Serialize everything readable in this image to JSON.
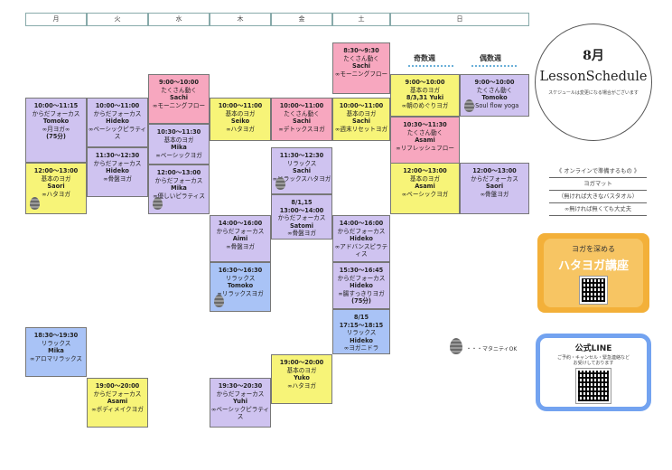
{
  "days": [
    "月",
    "火",
    "水",
    "木",
    "金",
    "土",
    "日"
  ],
  "weeks": {
    "odd": "奇数週",
    "even": "偶数週"
  },
  "colors": {
    "pink": "#f7a7bf",
    "lavender": "#cfc3f0",
    "yellow": "#f7f478",
    "blue": "#a9c3f6"
  },
  "classes": [
    {
      "id": "mon1",
      "time": "10:00～11:15",
      "title": "からだフォーカス",
      "coach": "Tomoko",
      "name": "∞月ヨガ∞",
      "note": "(75分)",
      "color": "lav"
    },
    {
      "id": "mon2",
      "time": "12:00～13:00",
      "title": "基本のヨガ",
      "coach": "Saori",
      "name": "∞ハタヨガ",
      "color": "yel",
      "egg": true
    },
    {
      "id": "mon3",
      "time": "18:30～19:30",
      "title": "リラックス",
      "coach": "Mika",
      "name": "∞アロマリラックス",
      "color": "blue"
    },
    {
      "id": "tue1",
      "time": "10:00～11:00",
      "title": "からだフォーカス",
      "coach": "Hideko",
      "name": "∞ベーシックピラティス",
      "color": "lav"
    },
    {
      "id": "tue2",
      "time": "11:30～12:30",
      "title": "からだフォーカス",
      "coach": "Hideko",
      "name": "∞骨盤ヨガ",
      "color": "lav"
    },
    {
      "id": "tue3",
      "time": "19:00～20:00",
      "title": "からだフォーカス",
      "coach": "Asami",
      "name": "∞ボディメイクヨガ",
      "color": "yel"
    },
    {
      "id": "wed1",
      "time": "9:00～10:00",
      "title": "たくさん動く",
      "coach": "Sachi",
      "name": "∞モーニングフロー",
      "color": "pink"
    },
    {
      "id": "wed2",
      "time": "10:30～11:30",
      "title": "基本のヨガ",
      "coach": "Mika",
      "name": "∞ベーシックヨガ",
      "color": "lav"
    },
    {
      "id": "wed3",
      "time": "12:00～13:00",
      "title": "からだフォーカス",
      "coach": "Mika",
      "name": "∞優しいピラティス",
      "color": "lav",
      "egg": true
    },
    {
      "id": "thu1",
      "time": "10:00～11:00",
      "title": "基本のヨガ",
      "coach": "Seiko",
      "name": "∞ハタヨガ",
      "color": "yel"
    },
    {
      "id": "thu2",
      "time": "14:00～16:00",
      "title": "からだフォーカス",
      "coach": "Aimi",
      "name": "∞骨盤ヨガ",
      "color": "lav"
    },
    {
      "id": "thu3",
      "time": "16:30～16:30",
      "title": "リラックス",
      "coach": "Tomoko",
      "name": "∞リラックスヨガ",
      "color": "blue",
      "egg": true
    },
    {
      "id": "thu4",
      "time": "19:30～20:30",
      "title": "からだフォーカス",
      "coach": "Yuhi",
      "name": "∞ベーシックピラティス",
      "color": "lav"
    },
    {
      "id": "fri1",
      "time": "10:00～11:00",
      "title": "たくさん動く",
      "coach": "Sachi",
      "name": "∞デトックスヨガ",
      "color": "pink"
    },
    {
      "id": "fri2",
      "time": "11:30～12:30",
      "title": "リラックス",
      "coach": "Sachi",
      "name": "∞リラックスハタヨガ",
      "color": "lav",
      "egg": true
    },
    {
      "id": "fri3",
      "time": "8/1,15",
      "time2": "13:00～14:00",
      "title": "からだフォーカス",
      "coach": "Satomi",
      "name": "∞骨盤ヨガ",
      "color": "lav"
    },
    {
      "id": "fri4",
      "time": "19:00～20:00",
      "title": "基本のヨガ",
      "coach": "Yuko",
      "name": "∞ハタヨガ",
      "color": "yel"
    },
    {
      "id": "sat1",
      "time": "8:30～9:30",
      "title": "たくさん動く",
      "coach": "Sachi",
      "name": "∞モーニングフロー",
      "color": "pink"
    },
    {
      "id": "sat2",
      "time": "10:00～11:00",
      "title": "基本のヨガ",
      "coach": "Sachi",
      "name": "∞週末リセットヨガ",
      "color": "yel"
    },
    {
      "id": "sat3",
      "time": "14:00～16:00",
      "title": "からだフォーカス",
      "coach": "Hideko",
      "name": "∞アドバンスピラティス",
      "color": "lav"
    },
    {
      "id": "sat4",
      "time": "15:30～16:45",
      "title": "からだフォーカス",
      "coach": "Hideko",
      "name": "∞腸すっきりヨガ",
      "note": "(75分)",
      "color": "lav"
    },
    {
      "id": "sat5",
      "time": "8/15",
      "time2": "17:15～18:15",
      "title": "リラックス",
      "coach": "Hideko",
      "name": "∞ヨガニドラ",
      "color": "blue"
    },
    {
      "id": "sun1",
      "time": "9:00～10:00",
      "title": "基本のヨガ",
      "coach": "8/3,31 Yuki",
      "name": "∞朝のめぐりヨガ",
      "color": "yel"
    },
    {
      "id": "sun2",
      "time": "9:00～10:00",
      "title": "たくさん動く",
      "coach": "Tomoko",
      "name": "∞Soul flow yoga",
      "color": "lav",
      "egg": true
    },
    {
      "id": "sun3",
      "time": "10:30～11:30",
      "title": "たくさん動く",
      "coach": "Asami",
      "name": "∞リフレッシュフロー",
      "color": "pink"
    },
    {
      "id": "sun4",
      "time": "12:00～13:00",
      "title": "基本のヨガ",
      "coach": "Asami",
      "name": "∞ベーシックヨガ",
      "color": "yel"
    },
    {
      "id": "sun5",
      "time": "12:00～13:00",
      "title": "からだフォーカス",
      "coach": "Saori",
      "name": "∞骨盤ヨガ",
      "color": "lav"
    }
  ],
  "title": {
    "month": "8月",
    "main": "LessonSchedule",
    "note": "スケジュールは変更になる場合がございます"
  },
  "online": [
    "《 オンラインで準備するもの 》",
    "ヨガマット",
    "（無ければ大きなバスタオル）",
    "∞無ければ無くても大丈夫"
  ],
  "hatha": {
    "line1": "ヨガを深める",
    "line2": "ハタヨガ講座"
  },
  "line": {
    "title": "公式LINE",
    "desc1": "ご予約・キャンセル・緊急連絡など",
    "desc2": "お受けしております"
  },
  "legend": "・・・マタニティOK"
}
